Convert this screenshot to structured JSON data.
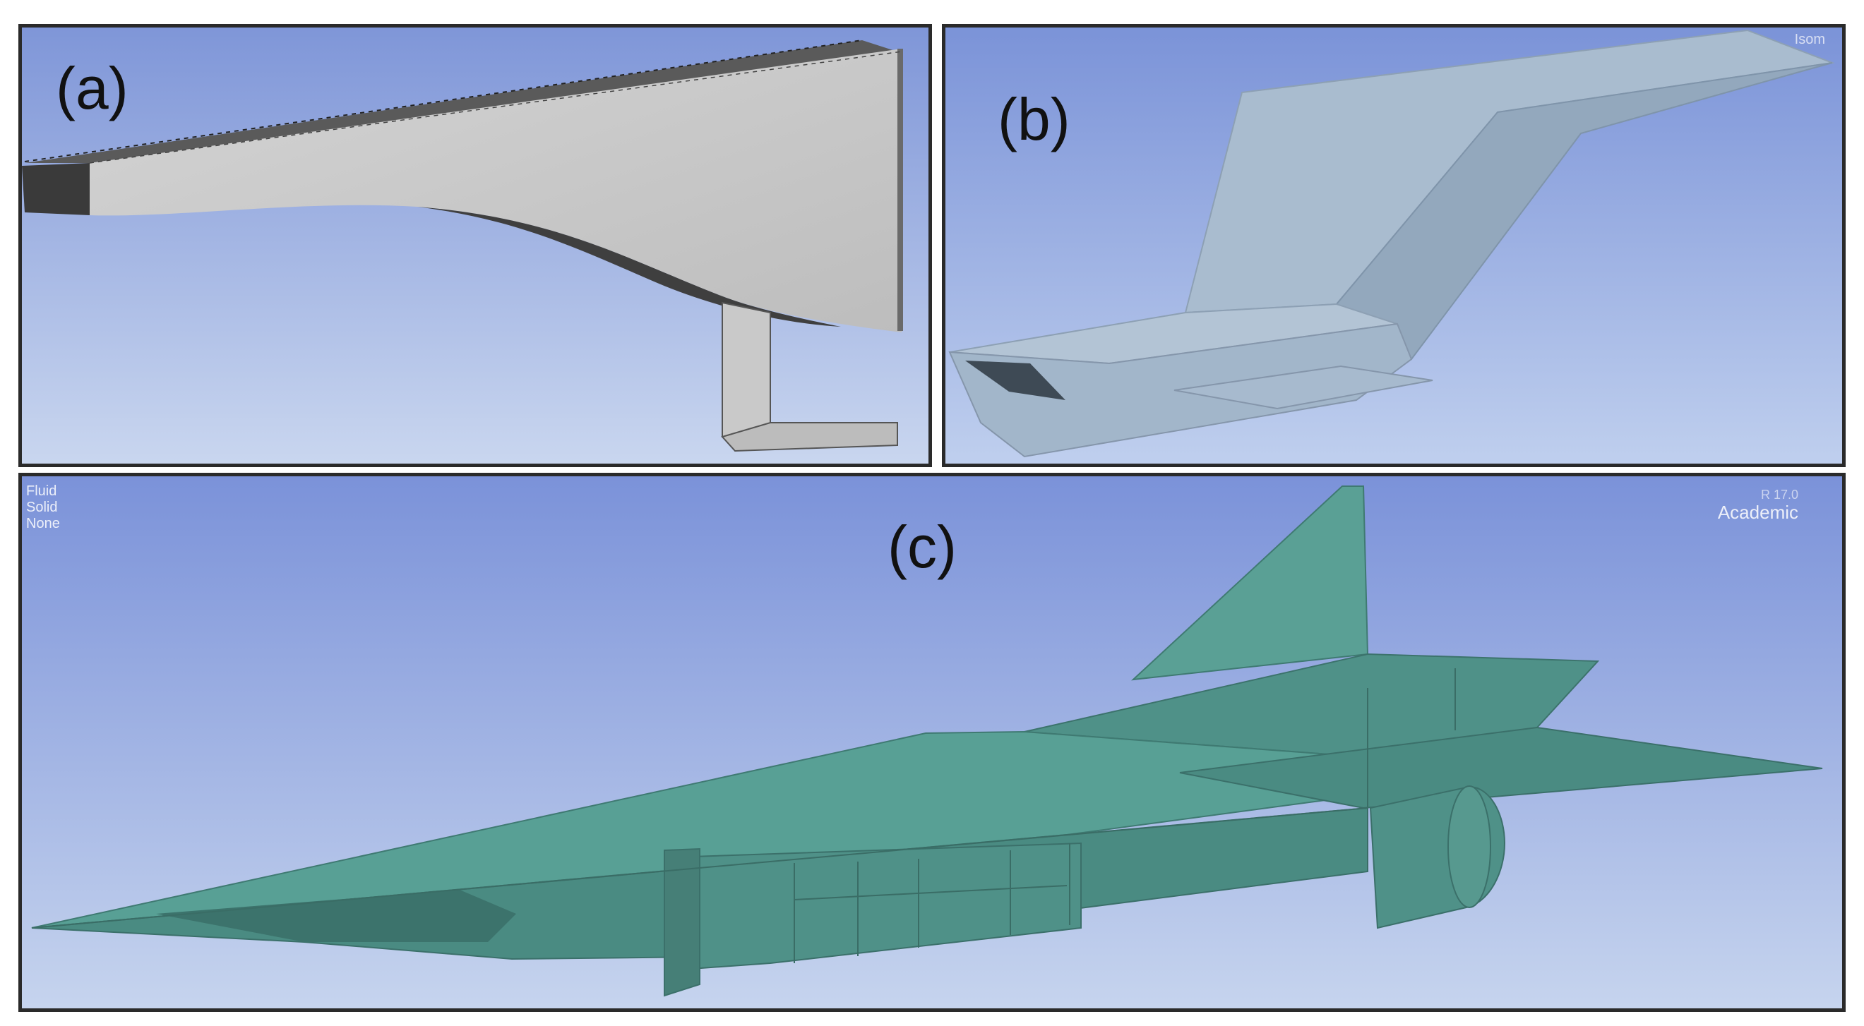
{
  "panels": {
    "a": {
      "label": "(a)"
    },
    "b": {
      "label": "(b)",
      "corner_text": "Isom"
    },
    "c": {
      "label": "(c)",
      "legend": [
        "Fluid",
        "Solid",
        "None"
      ],
      "watermark_version": "R 17.0",
      "watermark": "Academic"
    }
  },
  "colors": {
    "viewport_top": "#7e95d9",
    "viewport_bottom": "#c4d3ee",
    "frame": "#2a2a2a",
    "part_grey": "#c5c5c5",
    "part_dark_grey": "#3d3d3d",
    "part_blue_grey": "#9fb3c6",
    "vehicle_teal": "#4f9188"
  }
}
